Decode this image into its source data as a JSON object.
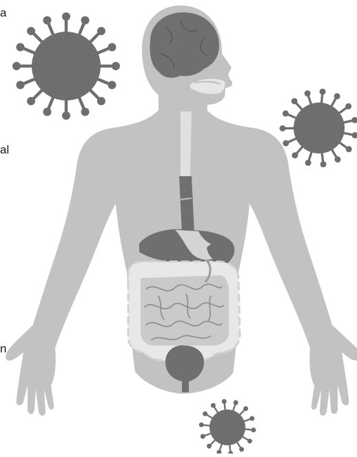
{
  "labels": {
    "top": "a",
    "middle": "al",
    "bottom": "n"
  },
  "colors": {
    "background": "#ffffff",
    "body": "#c2c2c2",
    "organ_dark": "#6f6f6f",
    "organ_light": "#dedede",
    "intestine_outer": "#e8e8e8",
    "intestine_inner": "#cacaca",
    "intestine_line": "#8a8a8a",
    "virus": "#6e6e6e",
    "label_text": "#1a1a1a"
  },
  "icons": {
    "virus": "virus-icon",
    "human_body": "human-body-silhouette",
    "brain": "brain-icon",
    "stomach": "stomach-icon",
    "intestines": "intestines-icon",
    "bladder": "bladder-icon"
  }
}
